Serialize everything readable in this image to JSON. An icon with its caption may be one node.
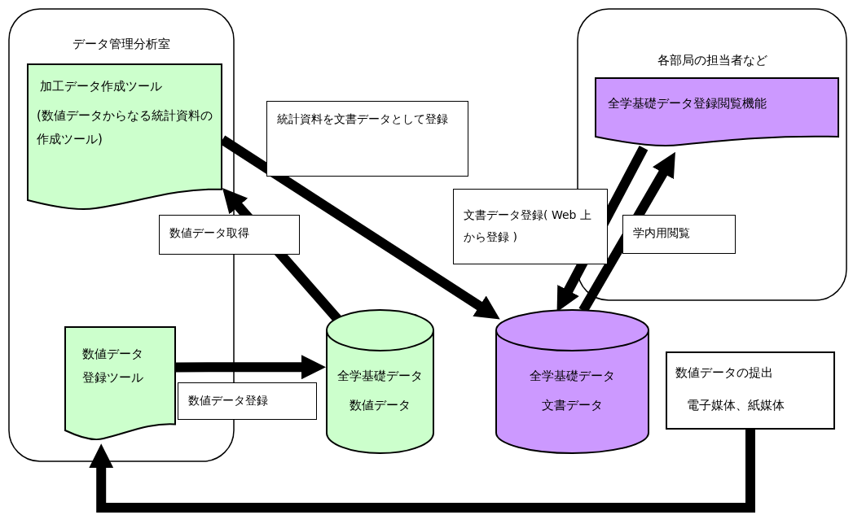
{
  "diagram": {
    "nodes": [
      {
        "text": [
          "データ管理分析室"
        ]
      },
      {
        "text": [
          "加工データ作成ツール",
          "(数値データからなる統計資料の作成ツール)"
        ],
        "in": 0
      },
      {
        "text": [
          "数値データ登録ツール"
        ],
        "in": 0
      },
      {
        "text": [
          "各部局の担当者など"
        ]
      },
      {
        "text": [
          "全学基礎データ登録閲覧機能"
        ],
        "in": 3
      },
      {
        "text": [
          "全学基礎データ",
          "数値データ"
        ]
      },
      {
        "text": [
          "全学基礎データ",
          "文書データ"
        ]
      },
      {
        "text": [
          "数値データの提出",
          "電子媒体、紙媒体"
        ]
      }
    ],
    "edges": [
      {
        "from": 1,
        "to": 6,
        "arrow": "to",
        "label": "統計資料を文書データとして登録"
      },
      {
        "from": 5,
        "to": 1,
        "arrow": "to",
        "label": "数値データ取得"
      },
      {
        "from": 2,
        "to": 5,
        "arrow": "to",
        "label": "数値データ登録"
      },
      {
        "from": 4,
        "to": 6,
        "arrow": "to",
        "label": "文書データ登録( Web 上から登録 )"
      },
      {
        "from": 6,
        "to": 4,
        "arrow": "to",
        "label": "学内用閲覧"
      },
      {
        "from": 7,
        "to": 2,
        "arrow": "to"
      }
    ]
  }
}
